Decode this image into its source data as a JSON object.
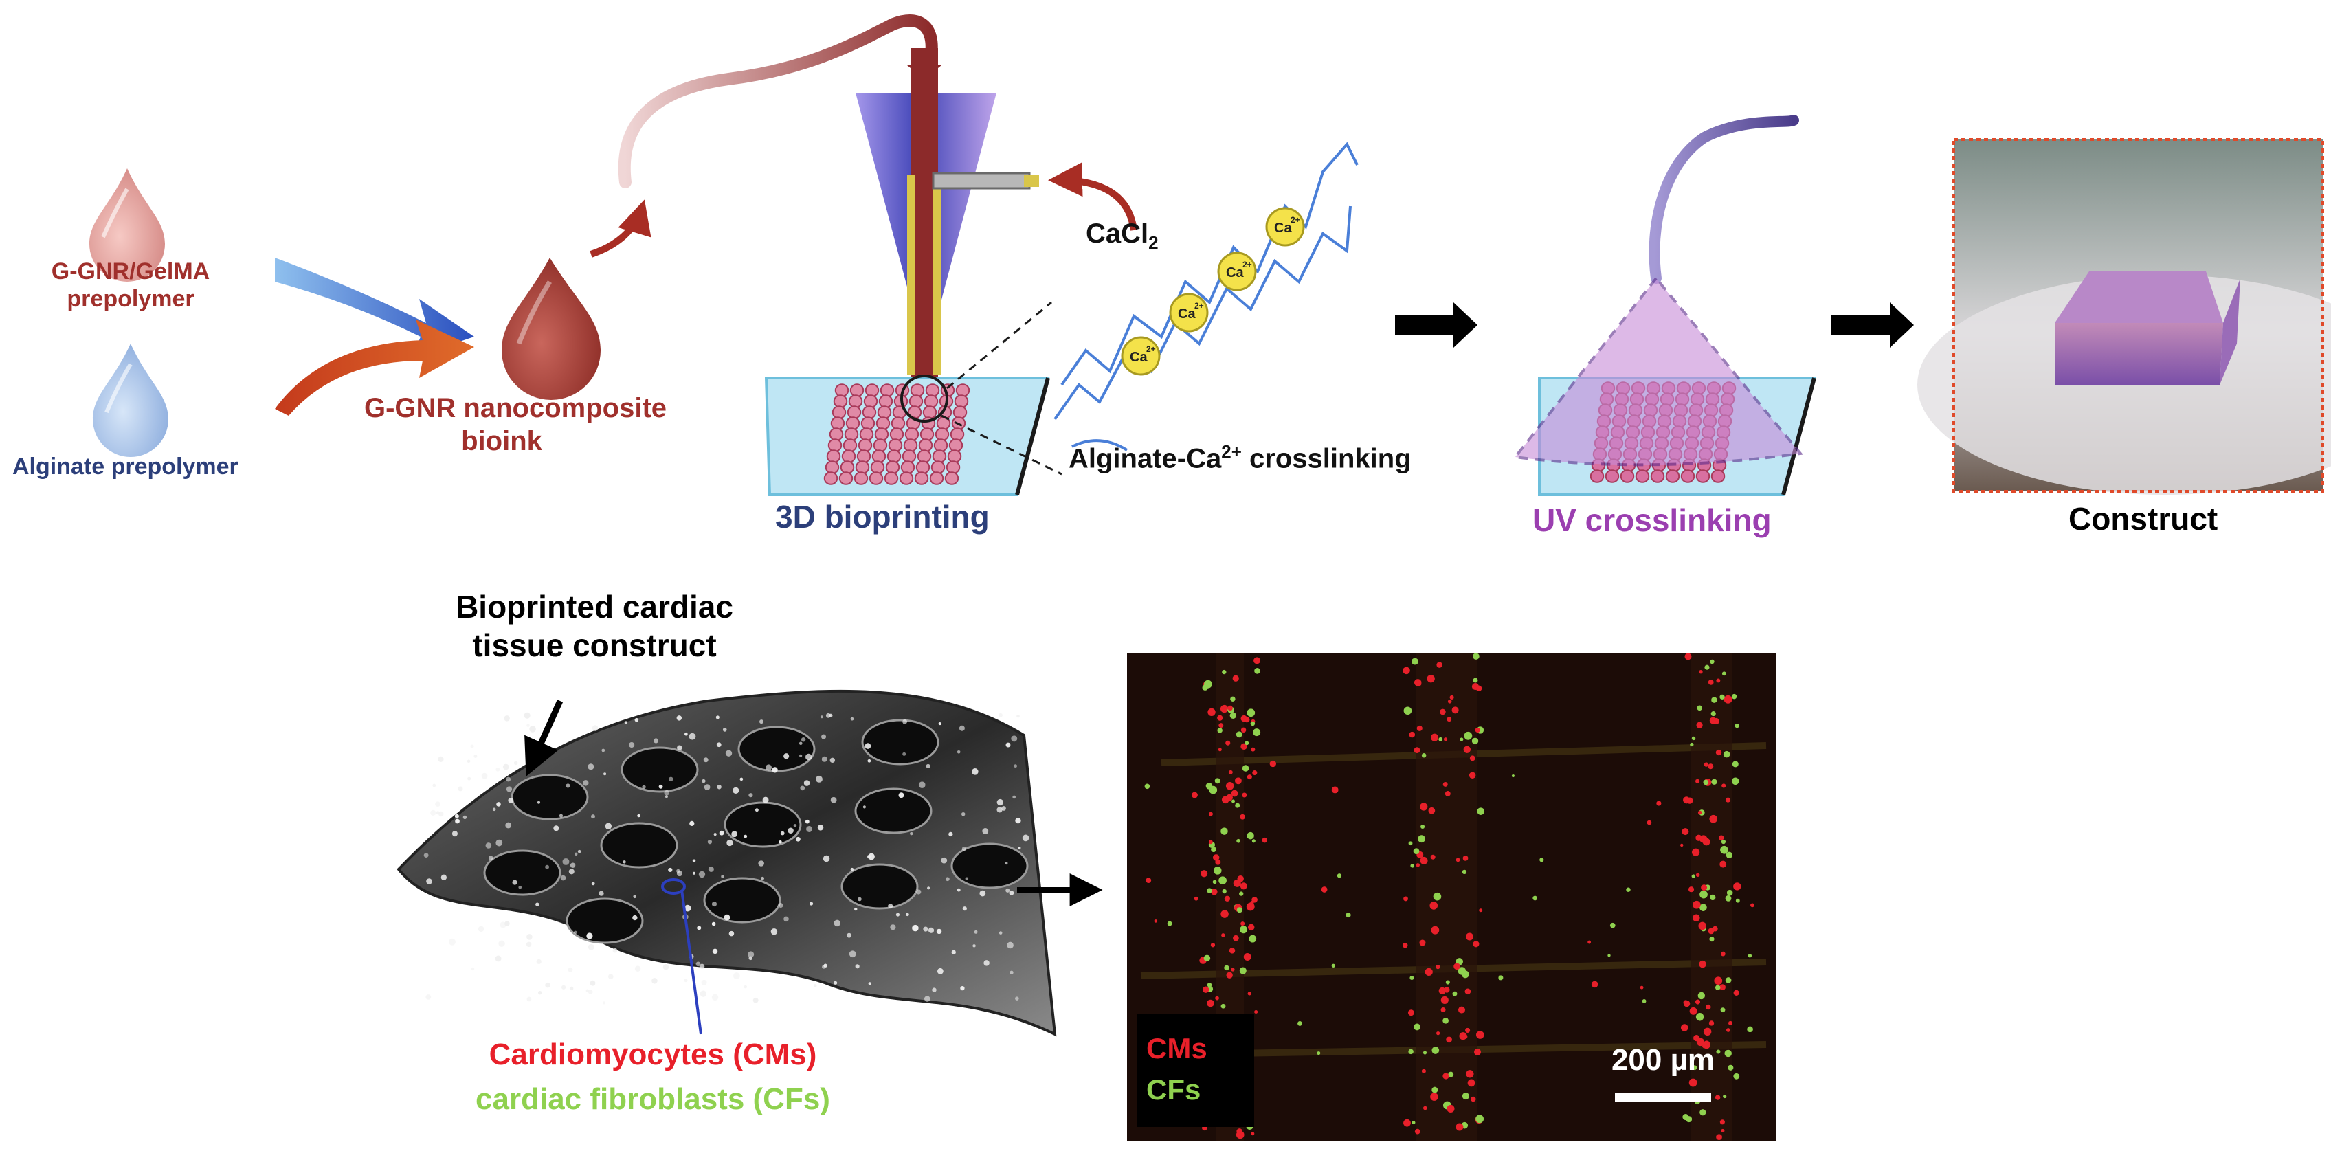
{
  "top_panel": {
    "droplet_gelma_label_line1": "G-GNR/GelMA",
    "droplet_gelma_label_line2": "prepolymer",
    "droplet_alginate_label": "Alginate prepolymer",
    "bioink_label_line1": "G-GNR nanocomposite",
    "bioink_label_line2": "bioink",
    "cacl2_label_main": "CaCl",
    "cacl2_label_sub": "2",
    "crosslinking_label_main": "Alginate-Ca",
    "crosslinking_label_sup": "2+",
    "crosslinking_label_rest": " crosslinking",
    "ion_label": "Ca",
    "ion_sup": "2+",
    "step_bioprinting": "3D bioprinting",
    "step_uv": "UV crosslinking",
    "step_construct": "Construct"
  },
  "bottom_panel": {
    "tissue_label_line1": "Bioprinted cardiac",
    "tissue_label_line2": "tissue construct",
    "cms_full_label": "Cardiomyocytes (CMs)",
    "cfs_full_label": "cardiac fibroblasts (CFs)",
    "legend_cms": "CMs",
    "legend_cfs": "CFs",
    "scale_bar": "200 µm"
  },
  "colors": {
    "bioink_red": "#a0302c",
    "alginate_blue": "#2c3f7a",
    "uv_purple": "#9b3fb0",
    "cm_red": "#e8202a",
    "cf_green": "#8fd14f"
  }
}
